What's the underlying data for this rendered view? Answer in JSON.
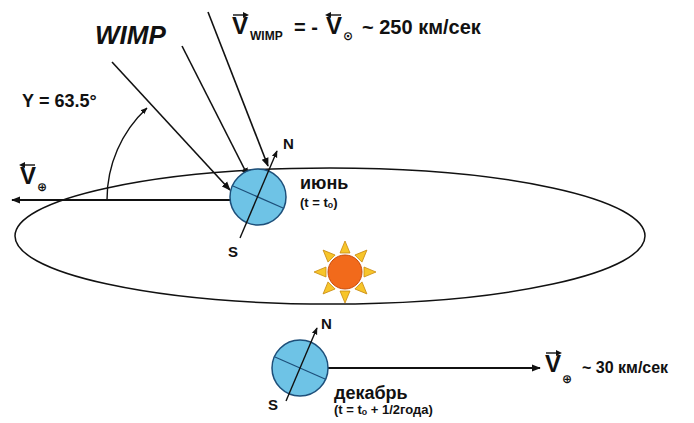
{
  "diagram": {
    "labels": [
      "WIMP",
      "V",
      "WIMP",
      "= -",
      "V",
      "⊙",
      "~ 250 км/сек",
      "Υ = 63.5°",
      "V",
      "⊕",
      "N",
      "июнь",
      "(t = tₒ)",
      "S",
      "N",
      "S",
      "декабрь",
      "(t = tₒ + 1/2года)",
      "V",
      "⊕",
      "~ 30 км/сек"
    ]
  }
}
